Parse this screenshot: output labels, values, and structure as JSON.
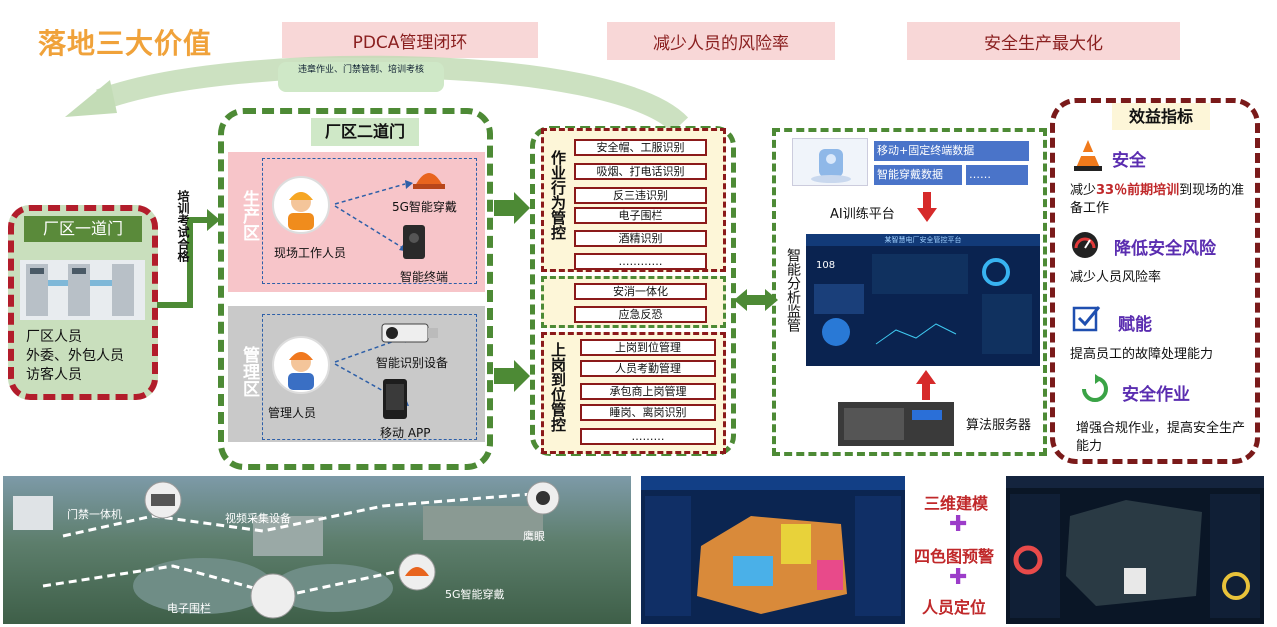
{
  "title": "落地三大价值",
  "banners": [
    "PDCA管理闭环",
    "减少人员的风险率",
    "安全生产最大化"
  ],
  "arc_label": "违章作业、门禁管制、培训考核",
  "gate1": {
    "label": "厂区一道门",
    "lines": [
      "厂区人员",
      "外委、外包人员",
      "访客人员"
    ]
  },
  "training_label": "培训考试合格",
  "gate2": {
    "label": "厂区二道门",
    "production": {
      "title": "生产区",
      "worker": "现场工作人员",
      "device1": "5G智能穿戴",
      "device2": "智能终端"
    },
    "management": {
      "title": "管理区",
      "worker": "管理人员",
      "device1": "智能识别设备",
      "device2": "移动 APP"
    }
  },
  "behavior": {
    "label": "作业行为管控",
    "items": [
      "安全帽、工服识别",
      "吸烟、打电话识别",
      "反三违识别",
      "电子围栏",
      "酒精识别",
      "…………"
    ]
  },
  "middle_items": [
    "安消一体化",
    "应急反恐"
  ],
  "onduty": {
    "label": "上岗到位管控",
    "items": [
      "上岗到位管理",
      "人员考勤管理",
      "承包商上岗管理",
      "睡岗、离岗识别",
      "………"
    ]
  },
  "ai": {
    "data1": "移动+固定终端数据",
    "data2": "智能穿戴数据",
    "data3": "……",
    "platform": "AI训练平台",
    "analysis": "智能分析监管",
    "server": "算法服务器",
    "screen_title": "某智慧电厂安全管控平台",
    "screen_num": "108"
  },
  "benefit": {
    "header": "效益指标",
    "items": [
      {
        "title": "安全",
        "text_pre": "减少",
        "text_hl": "33％前期培训",
        "text_post": "到现场的准备工作"
      },
      {
        "title": "降低安全风险",
        "text": "减少人员风险率"
      },
      {
        "title": "赋能",
        "text": "提高员工的故障处理能力"
      },
      {
        "title": "安全作业",
        "text": "增强合规作业，提高安全生产能力"
      }
    ]
  },
  "bottom_map": {
    "labels": [
      "门禁一体机",
      "视频采集设备",
      "鹰眼",
      "电子围栏",
      "5G智能穿戴"
    ]
  },
  "bottom_right": {
    "lines": [
      "三维建模",
      "四色图预警",
      "人员定位"
    ],
    "plus": "✚"
  },
  "colors": {
    "title": "#f0a23a",
    "dark_red": "#8b1a1a",
    "green": "#4d8a35",
    "purple": "#5a2db0"
  }
}
